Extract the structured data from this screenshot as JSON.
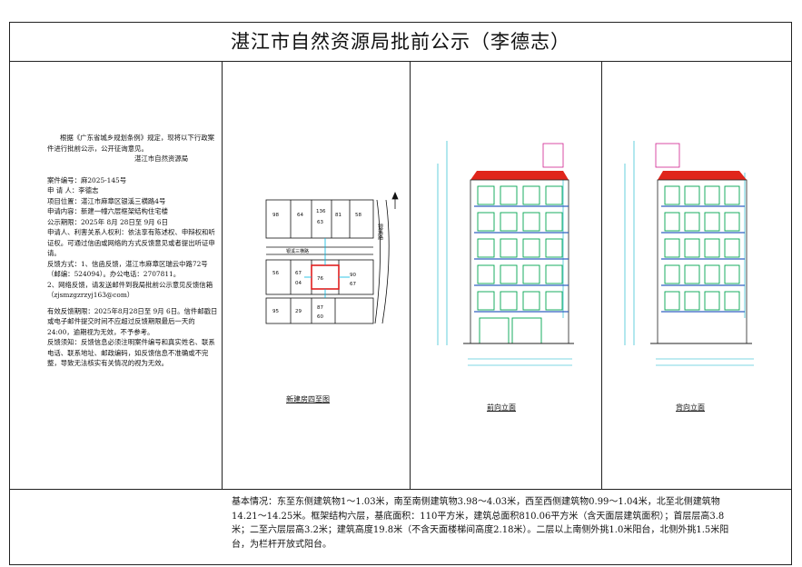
{
  "title": "湛江市自然资源局批前公示（李德志）",
  "notice": {
    "intro": "根据《广东省城乡规划条例》规定，现将以下行政案件进行批前公示，公开征询意见。",
    "issuer": "湛江市自然资源局",
    "case_no": "案件编号：麻2025-145号",
    "applicant": "申 请 人：李德志",
    "location": "项目位置：湛江市麻章区银溪三横路4号",
    "content": "申请内容：新建一幢六层框架结构住宅楼",
    "period": "公示期限：2025年 8月 28日至 9月 6日",
    "rights": "申请人、利害关系人权利：依法享有陈述权、申辩权和听证权。可通过信函或网络的方式反馈意见或者提出听证申请。",
    "feedback1": "反馈方式：1、信函反馈，湛江市麻章区瑞云中路72号（邮编：524094）。办公电话：2707811。",
    "feedback2": "2、网络反馈，请发送邮件到我局批前公示意见反馈信箱（zjsmzgzrzyj163@com）",
    "validity": "有效反馈期限：2025年8月28日至 9月 6日。信件邮戳日或电子邮件提交时间不应超过反馈期限最后一天的24:00，逾期视为无效，不予参考。",
    "notes": "反馈须知：反馈信息必须注明案件编号和真实姓名、联系电话、联系地址、邮政编码，如反馈信息不准确或不完整，导致无法核实有关情况的视为无效。"
  },
  "site_plan": {
    "caption": "新建房四至图",
    "road_right": "银溪路",
    "road_top": "银溪三横路",
    "lots": [
      "98",
      "64",
      "136",
      "63",
      "81",
      "58",
      "56",
      "67",
      "04",
      "76",
      "90",
      "67",
      "95",
      "29",
      "87",
      "60"
    ]
  },
  "front_elevation": {
    "caption": "前向立面"
  },
  "back_elevation": {
    "caption": "背向立面"
  },
  "summary": "基本情况：东至东侧建筑物1～1.03米，南至南侧建筑物3.98～4.03米，西至西侧建筑物0.99～1.04米，北至北侧建筑物14.21～14.25米。框架结构六层，基底面积：110平方米，建筑总面积810.06平方米（含天面层建筑面积）；首层层高3.8 米；二至六层层高3.2米；建筑高度19.8米（不含天面楼梯间高度2.18米）。二层以上南侧外挑1.0米阳台，北侧外挑1.5米阳台，为栏杆开放式阳台。",
  "colors": {
    "roof": "#e0251b",
    "window": "#00a650",
    "dimension": "#00b0c8",
    "site_red": "#e02020",
    "site_cyan": "#00b8e0"
  }
}
